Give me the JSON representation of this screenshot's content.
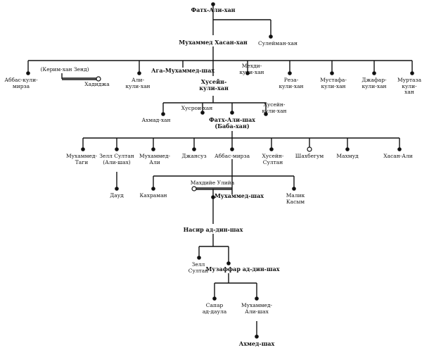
{
  "people": {
    "fath_ali_khan": "Фатх-Али-хан",
    "muhammad_hasan_khan": "Мухаммед Хасан-хан",
    "suleiman_khan": "Сулейман-хан",
    "abbas_kuli_mirza": "Аббас-кули-\nмирза",
    "kerim_khan_zend": "(Керим-хан Зенд)",
    "khadija": "Хадиджа",
    "ali_kuli_khan": "Али-\nкули-хан",
    "aga_muhammad_shah": "Ага-Мухаммед-шах",
    "husein_kuli_khan": "Хусейн-\nкули-хан",
    "mehdi_kuli_khan": "Мехди-\nкули-хан",
    "reza_kuli_khan": "Реза-\nкули-хан",
    "mustafa_kuli_khan": "Мустафа-\nкули-хан",
    "jafar_kuli_khan": "Джафар-\nкули-хан",
    "murtaza_kuli_khan": "Муртаза\nкули-хан",
    "ahmad_khan": "Ахмад-хан",
    "khusrou_khan": "Хусрои-хан",
    "fath_ali_shah": "Фатх-Али-шах\n(Баба-хан)",
    "husein_kuli_khan_2": "Хусейн-\nкули-хан",
    "muhammad_taqi": "Мухаммед-\nТаги",
    "zell_sultan": "Зелл Султан\n(Али-шах)",
    "muhammad_ali": "Мухаммед-\nАли",
    "jansuz": "Джансуз",
    "abbas_mirza": "Аббас-мирза",
    "husein_sultan": "Хусейн-\nСултан",
    "shakhbegum": "Шахбегум",
    "mahmud": "Махмуд",
    "hasan_ali": "Хасан-Али",
    "daud": "Дауд",
    "mahdie_ulia": "Махдийе Улийа",
    "kahraman": "Кахраман",
    "muhammad_shah": "Мухаммед-шах",
    "malik_kasym": "Малик\nКасым",
    "nasir_ad_din_shah": "Насир ад-дин-шах",
    "zell_sultan_2": "Зелл\nСултан",
    "muzaffar_ad_din_shah": "Музаффар ад-дин-шах",
    "savar_ad_daula": "Сапар\nад-даула",
    "muhammad_ali_shah": "Мухаммед-\nАли-шах",
    "ahmad_shah": "Ахмед-шах"
  }
}
